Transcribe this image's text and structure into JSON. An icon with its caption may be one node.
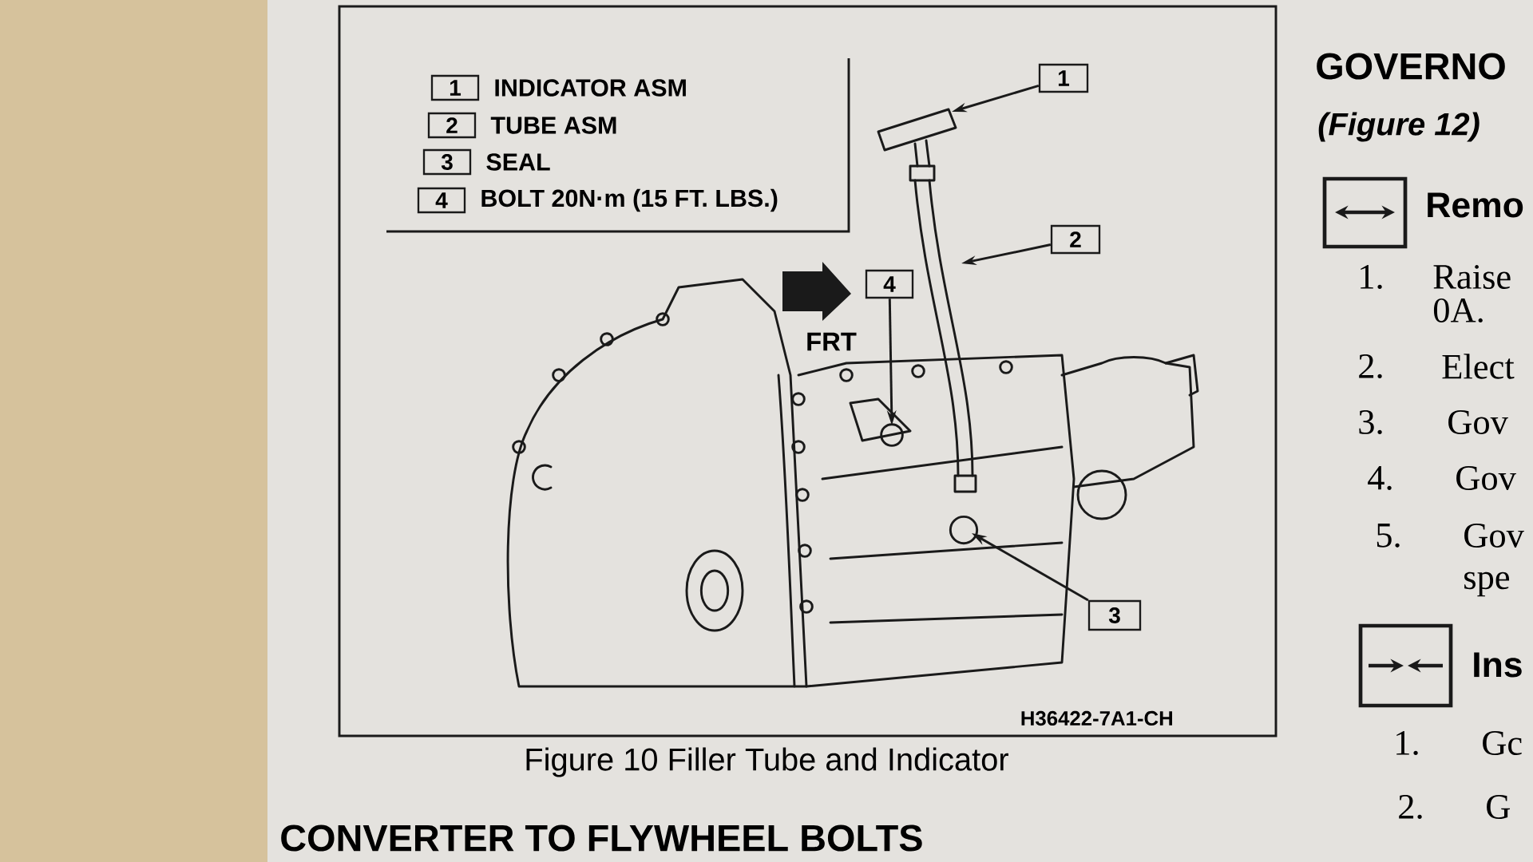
{
  "diagram": {
    "caption": "Figure 10 Filler Tube and Indicator",
    "nodes": [
      {
        "text": [
          "1"
        ],
        "beside": [
          "INDICATOR ASM"
        ]
      },
      {
        "text": [
          "2"
        ],
        "beside": [
          "TUBE ASM"
        ]
      },
      {
        "text": [
          "3"
        ],
        "beside": [
          "SEAL"
        ]
      },
      {
        "text": [
          "4"
        ],
        "beside": [
          "BOLT 20N·m (15 FT. LBS.)"
        ]
      },
      {
        "text": [
          "1"
        ]
      },
      {
        "text": [
          "2"
        ]
      },
      {
        "text": [
          "4"
        ]
      },
      {
        "text": [
          "3"
        ]
      }
    ],
    "edges": [
      {
        "from": 4,
        "to": null,
        "arrow": "to"
      },
      {
        "from": 5,
        "to": null,
        "arrow": "to"
      },
      {
        "from": 6,
        "to": null,
        "arrow": "to"
      },
      {
        "from": 7,
        "to": null,
        "arrow": "to"
      }
    ],
    "labels": [
      "FRT",
      "H36422-7A1-CH",
      "GOVERNO",
      "(Figure 12)",
      "Remo",
      "1.",
      "Raise",
      "0A.",
      "2.",
      "Elect",
      "3.",
      "Gov",
      "4.",
      "Gov",
      "5.",
      "Gov",
      "spe",
      "Ins",
      "1.",
      "Gc",
      "2.",
      "G",
      "CONVERTER TO FLYWHEEL BOLTS"
    ]
  }
}
